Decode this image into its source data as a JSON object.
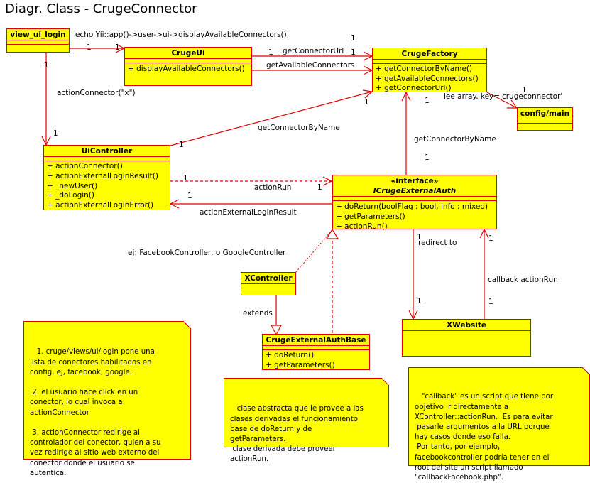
{
  "title": "Diagr. Class - CrugeConnector",
  "classes": {
    "view_ui_login": {
      "name": "view_ui_login",
      "ops": []
    },
    "cruge_ui": {
      "name": "CrugeUi",
      "ops": [
        "+ displayAvailableConnectors()"
      ]
    },
    "cruge_factory": {
      "name": "CrugeFactory",
      "ops": [
        "+ getConnectorByName()",
        "+ getAvailableConnectors()",
        "+ getConnectorUrl()"
      ]
    },
    "config_main": {
      "name": "config/main",
      "ops": []
    },
    "ui_controller": {
      "name": "UiController",
      "ops": [
        "+ actionConnector()",
        "+ actionExternalLoginResult()",
        "+ _newUser()",
        "+ _doLogin()",
        "+ actionExternalLoginError()"
      ]
    },
    "icruge_external_auth": {
      "stereotype": "«interface»",
      "name": "ICrugeExternalAuth",
      "ops": [
        "+ doReturn(boolFlag : bool, info : mixed)",
        "+ getParameters()",
        "+ actionRun()"
      ]
    },
    "x_controller": {
      "name": "XController",
      "ops": []
    },
    "cruge_external_auth_base": {
      "name": "CrugeExternalAuthBase",
      "ops": [
        "+ doReturn()",
        "+ getParameters()"
      ]
    },
    "x_website": {
      "name": "XWebsite",
      "ops": []
    }
  },
  "labels": {
    "echo": "echo Yii::app()->user->ui->displayAvailableConnectors();",
    "get_connector_url": "getConnectorUrl",
    "get_available_connectors": "getAvailableConnectors",
    "action_connector": "actionConnector(\"x\")",
    "get_connector_by_name_1": "getConnectorByName",
    "get_connector_by_name_2": "getConnectorByName",
    "lee_array": "lee array. key='crugeconnector'",
    "action_run": "actionRun",
    "action_external_login_result": "actionExternalLoginResult",
    "ej": "ej: FacebookController, o GoogleController",
    "extends": "extends",
    "redirect_to": "redirect to",
    "callback_action_run": "callback actionRun",
    "one": "1"
  },
  "notes": {
    "steps": " 1. cruge/views/ui/login pone una\nlista de conectores habilitados en\nconfig, ej, facebook, google.\n\n 2. el usuario hace click en un\nconector, lo cual invoca a\nactionConnector\n\n 3. actionConnector redirige al\ncontrolador del conector, quien a su\nvez redirige al sitio web externo del\nconector donde el usuario se\nautentica.",
    "abstract": " clase abstracta que le provee a las\nclases derivadas el funcionamiento\nbase de doReturn y de\ngetParameters.\n clase derivada debe proveer\nactionRun.",
    "callback": " \"callback\" es un script que tiene por\nobjetivo ir directamente a\nXController::actionRun.  Es para evitar\n pasarle argumentos a la URL porque\nhay casos donde eso falla.\n Por tanto, por ejemplo,\nfacebookcontroller podría tener en el\nroot del site un script llamado\n\"callbackFacebook.php\"."
  }
}
